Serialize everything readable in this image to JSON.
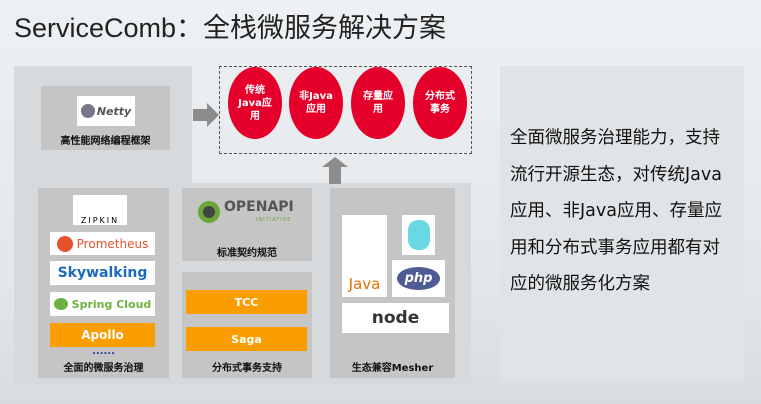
{
  "title": "ServiceComb：全栈微服务解决方案",
  "netty": {
    "logo": "Netty",
    "caption": "高性能网络编程框架"
  },
  "targets": [
    {
      "label": "传统Java应用"
    },
    {
      "label": "非Java应用"
    },
    {
      "label": "存量应用"
    },
    {
      "label": "分布式事务"
    }
  ],
  "governance": {
    "logos": [
      "ZIPKIN",
      "Prometheus",
      "Skywalking",
      "Spring Cloud"
    ],
    "apollo": "Apollo",
    "ellipsis": "......",
    "caption": "全面的微服务治理"
  },
  "openapi": {
    "logo": "OPENAPI",
    "sub": "INITIATIVE",
    "caption": "标准契约规范"
  },
  "transactions": {
    "items": [
      "TCC",
      "Saga"
    ],
    "caption": "分布式事务支持"
  },
  "mesher": {
    "logos": [
      "Java",
      "php",
      "node"
    ],
    "caption": "生态兼容Mesher"
  },
  "description": "全面微服务治理能力，支持流行开源生态，对传统Java应用、非Java应用、存量应用和分布式事务应用都有对应的微服务化方案",
  "colors": {
    "accent": "#e4002b",
    "orange": "#f99d00"
  }
}
